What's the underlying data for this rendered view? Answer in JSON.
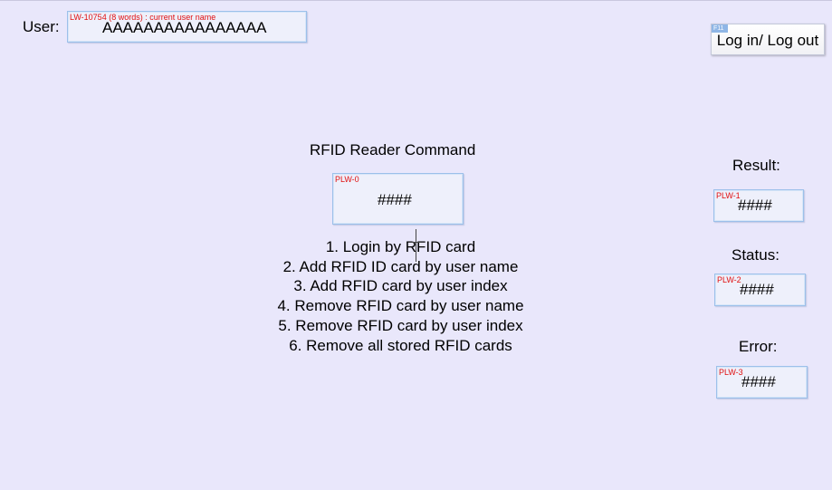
{
  "user": {
    "label": "User:",
    "field_tag": "LW-10754 (8 words) : current user name",
    "value": "AAAAAAAAAAAAAAAA"
  },
  "login_button": {
    "key_tag": "F11",
    "label": "Log in/ Log out"
  },
  "command": {
    "title": "RFID Reader Command",
    "field_tag": "PLW-0",
    "value": "####",
    "options": [
      "1.  Login by RFID card",
      "2.  Add RFID ID card by user name",
      "3.  Add RFID card by user index",
      "4.  Remove RFID card by user name",
      "5.  Remove RFID card by user index",
      "6.  Remove all stored RFID cards"
    ]
  },
  "result": {
    "label": "Result:",
    "field_tag": "PLW-1",
    "value": "####"
  },
  "status": {
    "label": "Status:",
    "field_tag": "PLW-2",
    "value": "####"
  },
  "error": {
    "label": "Error:",
    "field_tag": "PLW-3",
    "value": "####"
  },
  "colors": {
    "background": "#e9e7fb",
    "field_border": "#9cc0ea",
    "tag_text": "#e01010"
  }
}
